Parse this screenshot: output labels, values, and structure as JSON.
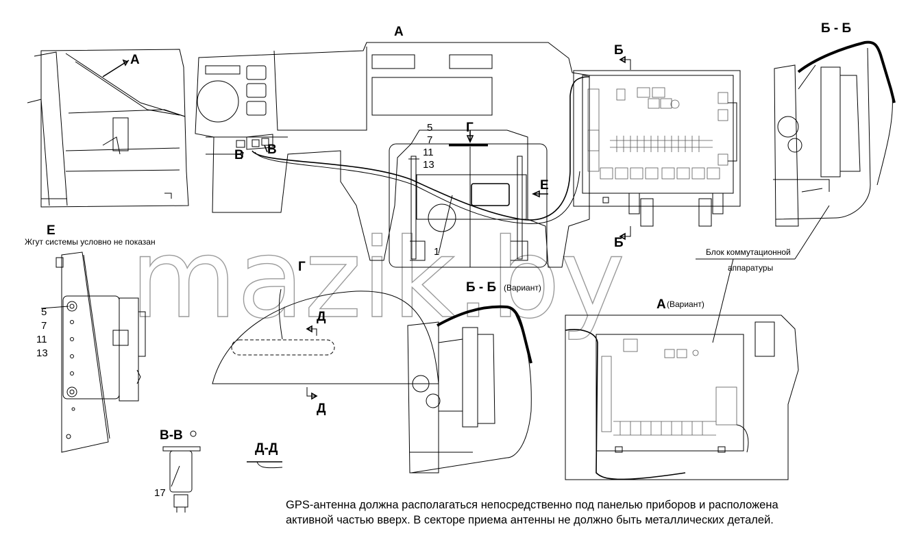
{
  "labels": {
    "view_a": "А",
    "view_a_left": "А",
    "section_bb_top": "Б - Б",
    "view_e": "Е",
    "note_harness": "Жгут системы условно не показан",
    "callout_5": "5",
    "callout_7": "7",
    "callout_11": "11",
    "callout_13": "13",
    "left_5": "5",
    "left_7": "7",
    "left_11": "11",
    "left_13": "13",
    "arrow_v1": "В",
    "arrow_v2": "В",
    "arrow_g_top": "Г",
    "arrow_g_view": "Г",
    "arrow_e": "Е",
    "arrow_b_top": "Б",
    "arrow_b_bottom": "Б",
    "part_1": "1",
    "control_unit": "Блок коммутационной",
    "control_unit_2": "аппаратуры",
    "section_bb_variant": "Б - Б",
    "variant_text": "(Вариант)",
    "view_a_variant": "А",
    "variant_text_2": "(Вариант)",
    "arrow_d_top": "Д",
    "arrow_d_bottom": "Д",
    "section_vv": "В-В",
    "section_dd": "Д-Д",
    "part_17": "17"
  },
  "watermark": "mazik.by",
  "note": {
    "line1": "GPS-антенна должна располагаться непосредственно под панелью приборов и расположена",
    "line2": "активной частью вверх. В секторе приема антенны не должно быть металлических деталей."
  }
}
